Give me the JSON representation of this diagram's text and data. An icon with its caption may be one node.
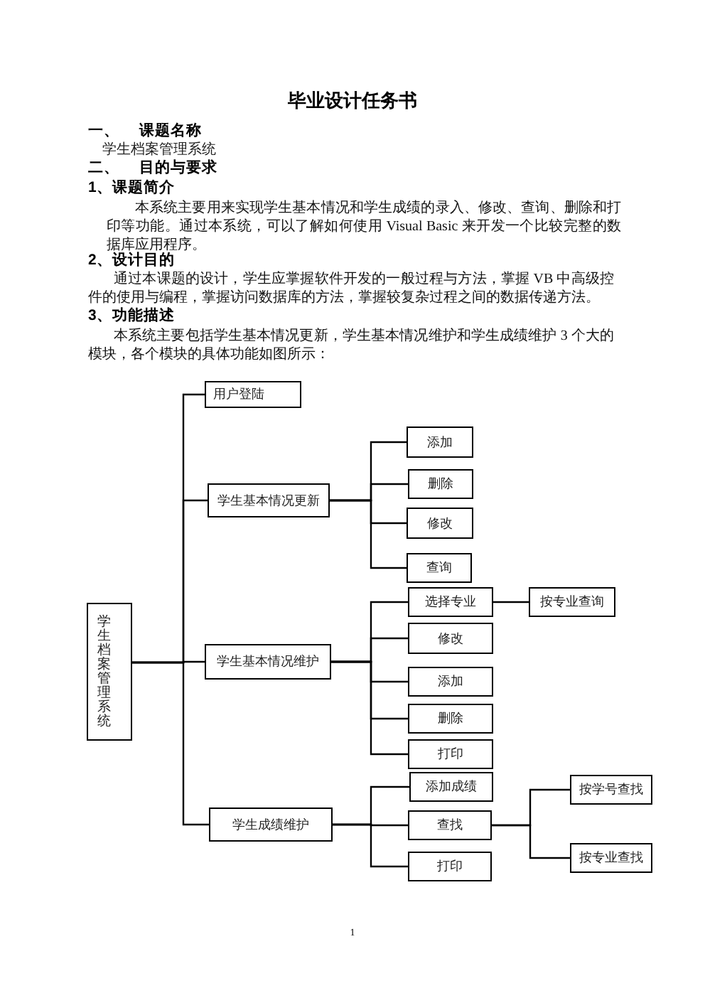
{
  "diagram": {
    "title": "毕业设计任务书",
    "nodes": [
      {
        "text": [
          "学生档案管理系统"
        ]
      },
      {
        "text": [
          "用户登陆"
        ]
      },
      {
        "text": [
          "学生基本情况更新"
        ]
      },
      {
        "text": [
          "添加"
        ]
      },
      {
        "text": [
          "删除"
        ]
      },
      {
        "text": [
          "修改"
        ]
      },
      {
        "text": [
          "查询"
        ]
      },
      {
        "text": [
          "学生基本情况维护"
        ]
      },
      {
        "text": [
          "选择专业"
        ]
      },
      {
        "text": [
          "按专业查询"
        ]
      },
      {
        "text": [
          "修改"
        ]
      },
      {
        "text": [
          "添加"
        ]
      },
      {
        "text": [
          "删除"
        ]
      },
      {
        "text": [
          "打印"
        ]
      },
      {
        "text": [
          "学生成绩维护"
        ]
      },
      {
        "text": [
          "添加成绩"
        ]
      },
      {
        "text": [
          "查找"
        ]
      },
      {
        "text": [
          "按学号查找"
        ]
      },
      {
        "text": [
          "按专业查找"
        ]
      },
      {
        "text": [
          "打印"
        ]
      }
    ],
    "edges": [
      {
        "from": 0,
        "to": 1,
        "arrow": "none"
      },
      {
        "from": 0,
        "to": 2,
        "arrow": "none"
      },
      {
        "from": 0,
        "to": 7,
        "arrow": "none"
      },
      {
        "from": 0,
        "to": 14,
        "arrow": "none"
      },
      {
        "from": 2,
        "to": 3,
        "arrow": "none"
      },
      {
        "from": 2,
        "to": 4,
        "arrow": "none"
      },
      {
        "from": 2,
        "to": 5,
        "arrow": "none"
      },
      {
        "from": 2,
        "to": 6,
        "arrow": "none"
      },
      {
        "from": 7,
        "to": 8,
        "arrow": "none"
      },
      {
        "from": 7,
        "to": 10,
        "arrow": "none"
      },
      {
        "from": 7,
        "to": 11,
        "arrow": "none"
      },
      {
        "from": 7,
        "to": 12,
        "arrow": "none"
      },
      {
        "from": 7,
        "to": 13,
        "arrow": "none"
      },
      {
        "from": 8,
        "to": 9,
        "arrow": "none"
      },
      {
        "from": 14,
        "to": 15,
        "arrow": "none"
      },
      {
        "from": 14,
        "to": 16,
        "arrow": "none"
      },
      {
        "from": 14,
        "to": 19,
        "arrow": "none"
      },
      {
        "from": 16,
        "to": 17,
        "arrow": "none"
      },
      {
        "from": 16,
        "to": 18,
        "arrow": "none"
      }
    ],
    "labels": [
      "一、 课题名称",
      "学生档案管理系统",
      "二、 目的与要求",
      "1、课题简介",
      "本系统主要用来实现学生基本情况和学生成绩的录入、修改、查询、删除和打印等功能。通过本系统，可以了解如何使用 Visual Basic 来开发一个比较完整的数据库应用程序。",
      "2、设计目的",
      "通过本课题的设计，学生应掌握软件开发的一般过程与方法，掌握 VB 中高级控件的使用与编程，掌握访问数据库的方法，掌握较复杂过程之间的数据传递方法。",
      "3、功能描述",
      "本系统主要包括学生基本情况更新，学生基本情况维护和学生成绩维护 3 个大的模块，各个模块的具体功能如图所示：",
      "1"
    ]
  }
}
